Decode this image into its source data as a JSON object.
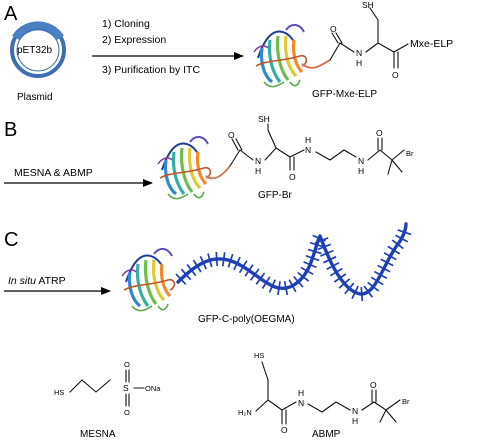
{
  "panels": {
    "a": {
      "letter": "A",
      "plasmid_name": "pET32b",
      "plasmid_caption": "Plasmid",
      "steps": [
        "1)  Cloning",
        "2)  Expression",
        "3)  Purification by ITC"
      ],
      "product_group": "Mxe-ELP",
      "product_caption": "GFP-Mxe-ELP",
      "atoms": {
        "thiol": "SH",
        "amide_nh": "N",
        "amide_h": "H",
        "carbonyl_1": "O",
        "carbonyl_2": "O"
      }
    },
    "b": {
      "letter": "B",
      "reagents": "MESNA & ABMP",
      "product_caption": "GFP-Br",
      "atoms": {
        "thiol": "SH",
        "carbonyl_1": "O",
        "nh_1": "N",
        "nh_1_h": "H",
        "carbonyl_2": "O",
        "nh_2": "N",
        "nh_2_h": "H",
        "nh_3": "N",
        "nh_3_h": "H",
        "carbonyl_3": "O",
        "bromine": "Br"
      }
    },
    "c": {
      "letter": "C",
      "method_italic": "In situ",
      "method_rest": " ATRP",
      "product_caption": "GFP-C-poly(OEGMA)"
    }
  },
  "structures": {
    "mesna": {
      "caption": "MESNA",
      "atoms": {
        "thiol": "HS",
        "sulfur": "S",
        "oxygen_top": "O",
        "oxygen_bottom": "O",
        "oxygen_na": "ONa"
      }
    },
    "abmp": {
      "caption": "ABMP",
      "atoms": {
        "thiol": "HS",
        "amine": "H₂N",
        "carbonyl_1": "O",
        "nh_1": "N",
        "nh_1_h": "H",
        "nh_2": "N",
        "nh_2_h": "H",
        "carbonyl_2": "O",
        "bromine": "Br"
      }
    }
  },
  "colors": {
    "polymer": "#1f3fb8",
    "plasmid_ring": "#3d6fb2",
    "plasmid_insert": "#4a7fc4",
    "protein_beta": [
      "#1c3f9a",
      "#2f8ad0",
      "#35b0a0",
      "#6cc04a",
      "#e0c830",
      "#ef8a2a",
      "#c2552a"
    ],
    "linker": "#d07050"
  },
  "icons": [
    "plasmid-icon",
    "gfp-protein-icon",
    "polymer-brush-icon"
  ]
}
